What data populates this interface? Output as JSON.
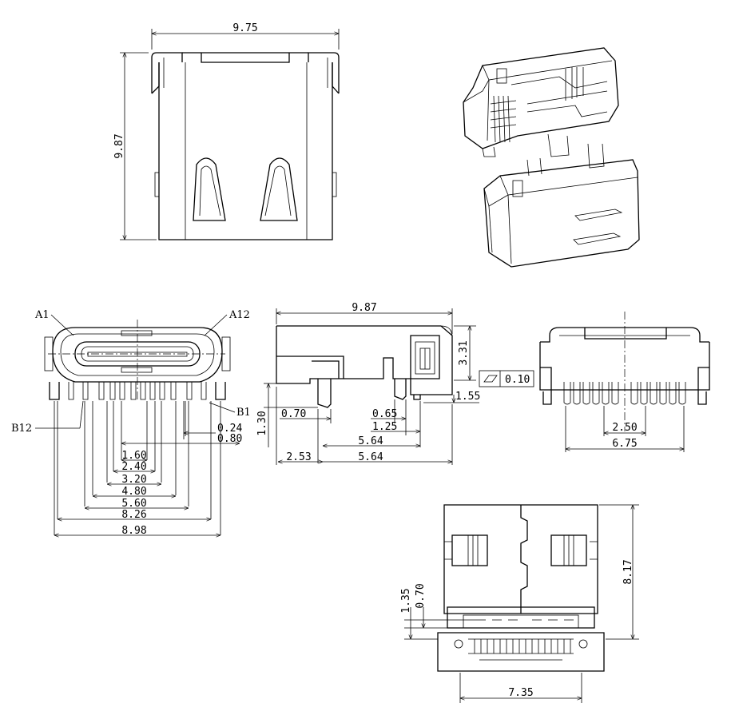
{
  "top_view": {
    "width": "9.75",
    "height": "9.87"
  },
  "front_view": {
    "pin_labels": {
      "a1": "A1",
      "a12": "A12",
      "b1": "B1",
      "b12": "B12"
    },
    "dims": {
      "d024": "0.24",
      "d080": "0.80",
      "d160": "1.60",
      "d240": "2.40",
      "d320": "3.20",
      "d480": "4.80",
      "d560": "5.60",
      "d826": "8.26",
      "d898": "8.98"
    }
  },
  "side_view": {
    "dims": {
      "d987": "9.87",
      "d331": "3.31",
      "d155": "1.55",
      "d130": "1.30",
      "d070": "0.70",
      "d065": "0.65",
      "d125": "1.25",
      "d564a": "5.64",
      "d253": "2.53",
      "d564b": "5.64"
    }
  },
  "rear_view": {
    "flatness": "0.10",
    "d250": "2.50",
    "d675": "6.75"
  },
  "bottom_view": {
    "d817": "8.17",
    "d135": "1.35",
    "d070": "0.70",
    "d735": "7.35"
  }
}
